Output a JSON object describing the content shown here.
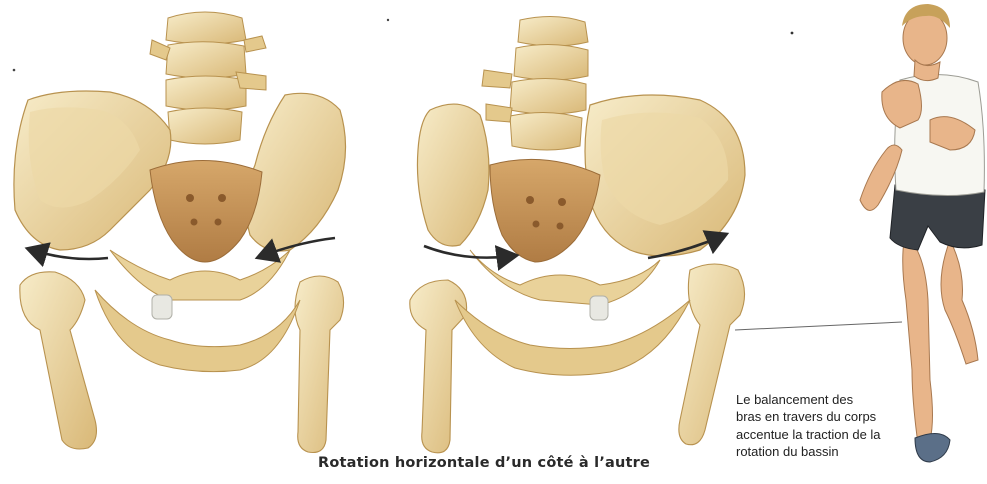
{
  "caption": "Rotation horizontale d’un côté à l’autre",
  "note": {
    "lines": [
      "Le balancement des",
      "bras en travers du  corps",
      "accentue la traction de la",
      "rotation du bassin"
    ]
  },
  "colors": {
    "bone_light": "#f3e6bf",
    "bone_mid": "#e2c98a",
    "bone_dark": "#c59a56",
    "sacrum": "#c9955a",
    "arrow": "#2b2b2b",
    "shorts": "#3a3f45",
    "skin": "#e8b58a",
    "shoe": "#5b6f88"
  },
  "icons": [
    "pelvis-front-view",
    "pelvis-rotated-view",
    "running-man",
    "rotation-arrow"
  ]
}
